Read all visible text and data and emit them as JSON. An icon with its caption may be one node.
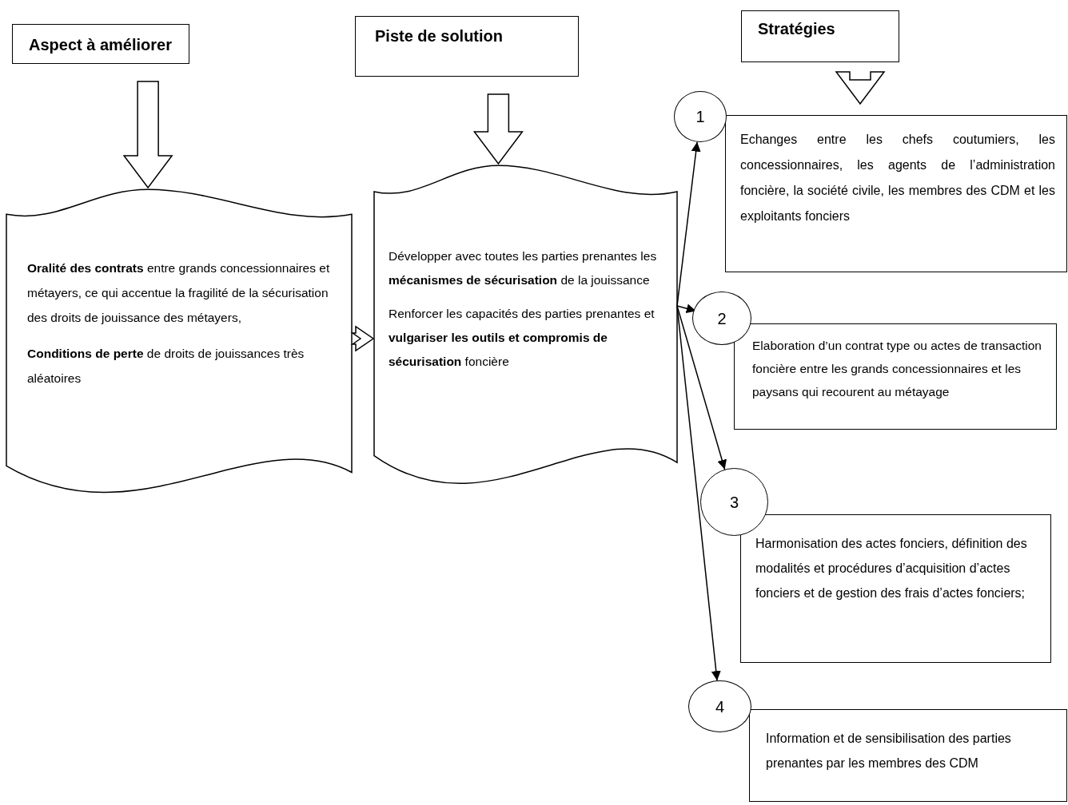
{
  "diagram": {
    "nodes": [
      {
        "text": [
          "Aspect à améliorer"
        ]
      },
      {
        "text": [
          "Piste de solution"
        ]
      },
      {
        "text": [
          "Stratégies"
        ]
      },
      {
        "text": [
          "**Oralité des contrats** entre grands concessionnaires et métayers, ce qui accentue la fragilité de la sécurisation des droits de jouissance des métayers,",
          "**Conditions de perte** de droits de jouissances très aléatoires"
        ]
      },
      {
        "text": [
          "Développer avec toutes les parties prenantes les **mécanismes de sécurisation** de la jouissance",
          "Renforcer les capacités des parties prenantes et **vulgariser les outils et compromis de sécurisation** foncière"
        ]
      },
      {
        "text": [
          "1"
        ]
      },
      {
        "text": [
          "Echanges entre les chefs coutumiers, les concessionnaires, les agents de l’administration foncière, la société civile, les membres des CDM et les exploitants fonciers"
        ]
      },
      {
        "text": [
          "2"
        ]
      },
      {
        "text": [
          "Elaboration d’un contrat type ou actes de transaction foncière entre les grands concessionnaires et les paysans qui recourent au métayage"
        ]
      },
      {
        "text": [
          "3"
        ]
      },
      {
        "text": [
          "Harmonisation des actes fonciers, définition des modalités et procédures d’acquisition d’actes fonciers et de gestion des frais d’actes fonciers;"
        ]
      },
      {
        "text": [
          "4"
        ]
      },
      {
        "text": [
          "Information et de sensibilisation des parties prenantes par les membres des CDM"
        ]
      }
    ],
    "edges": [
      {
        "from": 0,
        "to": 3,
        "arrow": "to",
        "style": "thick"
      },
      {
        "from": 1,
        "to": 4,
        "arrow": "to",
        "style": "thick"
      },
      {
        "from": 2,
        "to": 6,
        "arrow": "to",
        "style": "thick"
      },
      {
        "from": 3,
        "to": 4,
        "arrow": "to",
        "style": "thick"
      },
      {
        "from": 4,
        "to": 5,
        "arrow": "to"
      },
      {
        "from": 4,
        "to": 7,
        "arrow": "to"
      },
      {
        "from": 4,
        "to": 9,
        "arrow": "to"
      },
      {
        "from": 4,
        "to": 11,
        "arrow": "to"
      }
    ]
  }
}
